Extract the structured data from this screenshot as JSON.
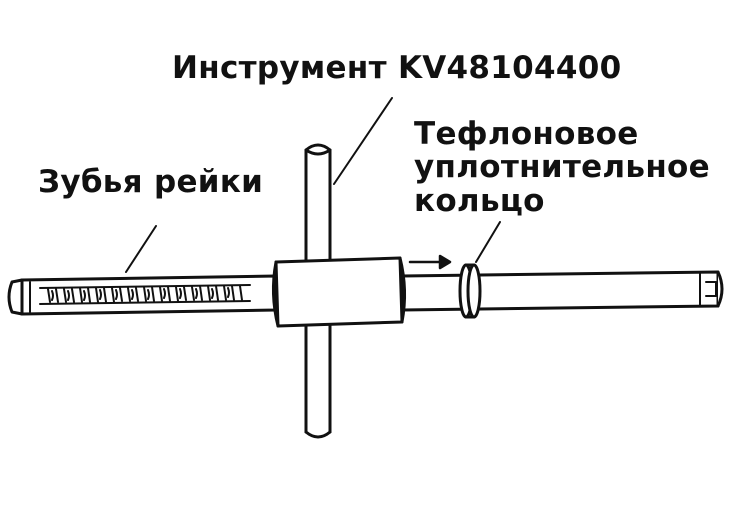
{
  "diagram": {
    "labels": {
      "tool": "Инструмент KV48104400",
      "rack_teeth": "Зубья рейки",
      "seal_ring_line1": "Тефлоновое",
      "seal_ring_line2": "уплотнительное",
      "seal_ring_line3": "кольцо"
    },
    "colors": {
      "ink": "#111111",
      "paper": "#ffffff"
    }
  }
}
